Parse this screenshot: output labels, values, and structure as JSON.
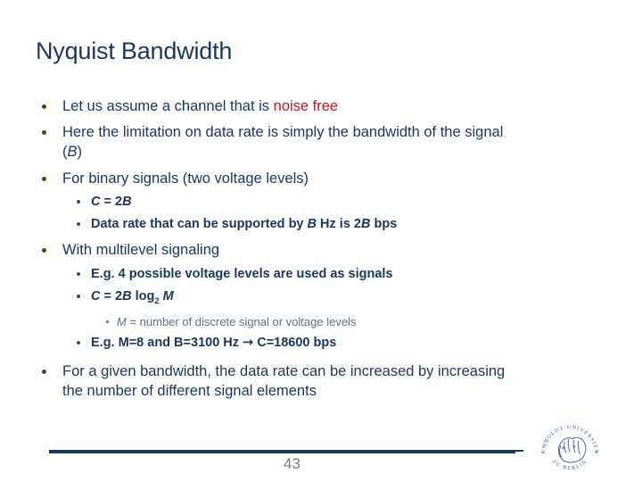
{
  "slide": {
    "title": "Nyquist Bandwidth",
    "page_number": "43",
    "colors": {
      "text_navy": "#17375D",
      "highlight_red": "#C3122B",
      "level1_bullet_brown": "#56431D",
      "level3_gray": "#5C7080",
      "footer_bar_navy": "#17375D",
      "page_number_gray": "#7B7B7B",
      "logo_blue": "#3454A5"
    }
  },
  "logo": {
    "name": "Humboldt-Universität zu Berlin seal",
    "arc_top_text": "HUMBOLDT·UNIVERSITÄT",
    "arc_bottom_text": "ZU·BERLIN"
  },
  "content": {
    "b1": {
      "pre": "Let us assume a channel that is ",
      "highlight": "noise free"
    },
    "b2": {
      "line1": "Here the limitation on data rate is simply the bandwidth of the signal",
      "open": "(",
      "var_b": "B",
      "close": ")"
    },
    "b3": {
      "text": "For binary signals (two voltage levels)"
    },
    "s1": {
      "var_c": "C",
      "mid": " = 2",
      "var_b": "B"
    },
    "s2": {
      "pre": "Data rate that can be supported by ",
      "var_b1": "B",
      "mid": " Hz is 2",
      "var_b2": "B",
      "post": " bps"
    },
    "b4": {
      "text": "With multilevel signaling"
    },
    "s3": {
      "text": "E.g. 4 possible voltage levels are used as signals"
    },
    "s4": {
      "var_c": "C",
      "mid": " = 2",
      "var_b": "B",
      "log": " log",
      "log_sub": "2",
      "sp": " ",
      "var_m": "M"
    },
    "t1": {
      "var_m": "M",
      "rest": " = number of discrete signal or voltage levels"
    },
    "s5": {
      "pre": "E.g. M=8 and B=3100 Hz ",
      "arrow": "→",
      "post": " C=18600 bps"
    },
    "b5": {
      "line1": "For a given bandwidth, the data rate can be increased by increasing",
      "line2": "the number of different signal elements"
    }
  }
}
